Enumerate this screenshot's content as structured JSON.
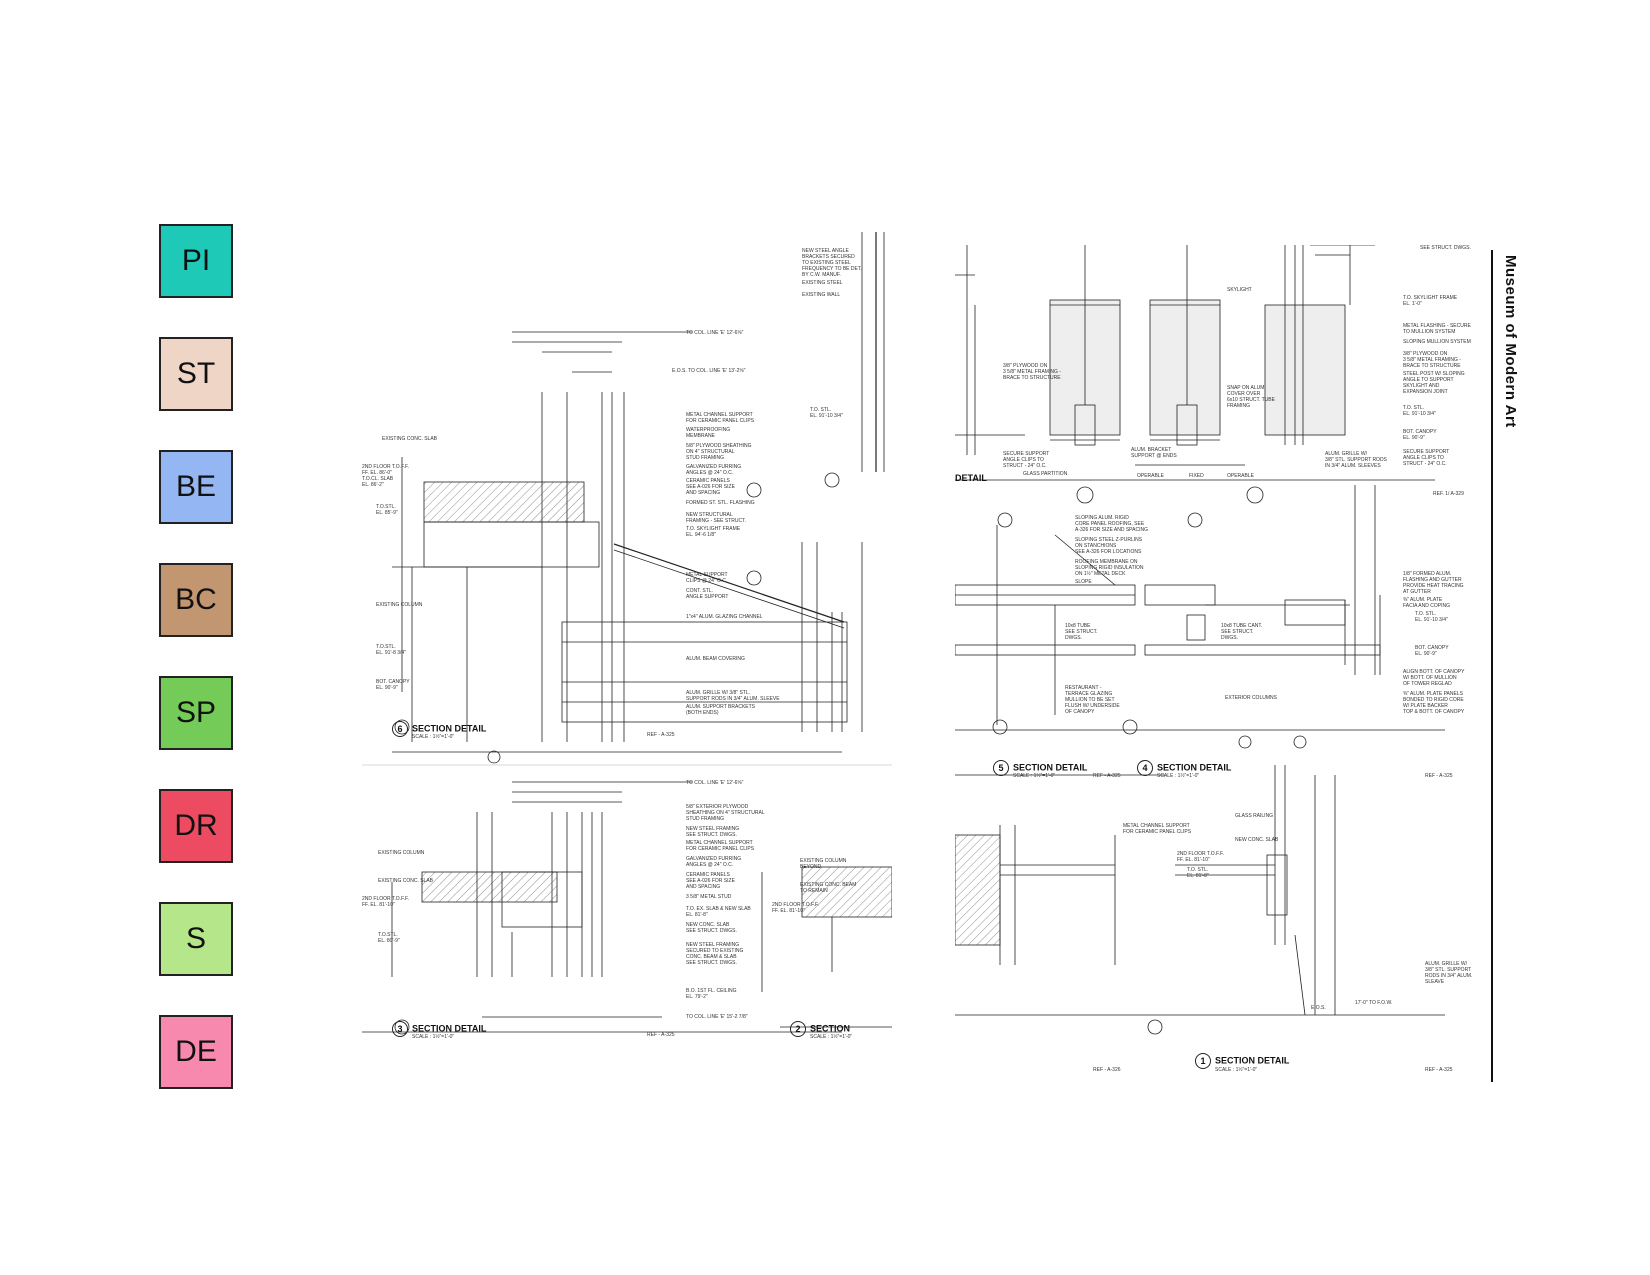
{
  "legend": [
    {
      "label": "PI",
      "color": "#1ec9b8"
    },
    {
      "label": "ST",
      "color": "#efd5c6"
    },
    {
      "label": "BE",
      "color": "#94b6f3"
    },
    {
      "label": "BC",
      "color": "#c29670"
    },
    {
      "label": "SP",
      "color": "#74cb58"
    },
    {
      "label": "DR",
      "color": "#ed4b62"
    },
    {
      "label": "S",
      "color": "#b5e68a"
    },
    {
      "label": "DE",
      "color": "#f689ad"
    }
  ],
  "sheet_title": "Museum of Modern Art",
  "details": {
    "d6": {
      "num": "6",
      "title": "SECTION DETAIL",
      "scale": "SCALE : 1½\"=1'-0\"",
      "ref": "REF - A-325"
    },
    "d3": {
      "num": "3",
      "title": "SECTION DETAIL",
      "scale": "SCALE : 1½\"=1'-0\"",
      "ref": "REF - A-325"
    },
    "d2": {
      "num": "2",
      "title": "SECTION",
      "scale": "SCALE : 1½\"=1'-0\""
    },
    "d5": {
      "num": "5",
      "title": "SECTION DETAIL",
      "scale": "SCALE : 1½\"=1'-0\"",
      "ref": "REF - A-325"
    },
    "d4": {
      "num": "4",
      "title": "SECTION DETAIL",
      "scale": "SCALE : 1½\"=1'-0\"",
      "ref": "REF - A-325"
    },
    "d1": {
      "num": "1",
      "title": "SECTION DETAIL",
      "scale": "SCALE : 1½\"=1'-0\"",
      "ref": "REF - A-325"
    },
    "top": {
      "title": "DETAIL"
    }
  },
  "notes": {
    "n_angle": "NEW STEEL ANGLE\nBRACKETS SECURED\nTO EXISTING STEEL\nFREQUENCY TO BE DET.\nBY C.W. MANUF.",
    "n_exsteel": "EXISTING STEEL",
    "n_exwall": "EXISTING WALL",
    "n_col1": "TO COL. LINE 'E' 12'-6⅝\"",
    "n_eos": "E.O.S. TO COL. LINE 'E' 13'-2⅝\"",
    "n_tostl": "T.O. STL.\nEL. 91'-10 3/4\"",
    "n_metal": "METAL CHANNEL SUPPORT\nFOR CERAMIC PANEL CLIPS",
    "n_water": "WATERPROOFING\nMEMBRANE",
    "n_ply": "5/8\" PLYWOOD SHEATHING\nON 4\" STRUCTURAL\nSTUD FRAMING",
    "n_galv": "GALVANIZED FURRING\nANGLES @ 24\" O.C.",
    "n_ceramic": "CERAMIC PANELS\nSEE A-026 FOR SIZE\nAND SPACING",
    "n_formed": "FORMED ST. STL. FLASHING",
    "n_newstruct": "NEW STRUCTURAL\nFRAMING - SEE STRUCT.",
    "n_sky": "T.O. SKYLIGHT FRAME\nEL. 94'-6 1/8\"",
    "n_exslab": "EXISTING CONC. SLAB",
    "n_2nd": "2ND FLOOR T.O.F.F.\nFF. EL. 86'-0\"\nT.O.CL. SLAB\nEL. 86'-2\"",
    "n_tostl2": "T.O.STL.\nEL. 85'-9\"",
    "n_excol": "EXISTING COLUMN",
    "n_tostl3": "T.O.STL.\nEL. 91'-8 3/4\"",
    "n_bot": "BOT. CANOPY\nEL. 90'-9\"",
    "n_msup": "METAL SUPPORT\nCLIPS @ 24\" O.C.",
    "n_cont": "CONT. STL.\nANGLE SUPPORT",
    "n_alum": "1\"x4\" ALUM. GLAZING CHANNEL",
    "n_beam": "ALUM. BEAM COVERING",
    "n_grille": "ALUM. GRILLE W/ 3/8\" STL.\nSUPPORT RODS IN 3/4\" ALUM. SLEEVE",
    "n_bracket": "ALUM. SUPPORT BRACKETS\n(BOTH ENDS)",
    "n_col2": "TO COL. LINE 'E' 12'-6⅝\"",
    "n_ext": "5/8\" EXTERIOR PLYWOOD\nSHEATHING ON 4\" STRUCTURAL\nSTUD FRAMING",
    "n_newsteel": "NEW STEEL FRAMING\nSEE STRUCT. DWGS.",
    "n_metal2": "METAL CHANNEL SUPPORT\nFOR CERAMIC PANEL CLIPS",
    "n_galv2": "GALVANIZED FURRING\nANGLES @ 24\" O.C.",
    "n_cer2": "CERAMIC PANELS\nSEE A-026 FOR SIZE\nAND SPACING",
    "n_stud": "3 5/8\" METAL STUD",
    "n_toex": "T.O. EX. SLAB & NEW SLAB\nEL. 81'-8\"",
    "n_newconc": "NEW CONC. SLAB\nSEE STRUCT. DWGS.",
    "n_newsteel2": "NEW STEEL FRAMING\nSECURED TO EXISTING\nCONC. BEAM & SLAB\nSEE STRUCT. DWGS.",
    "n_bo": "B.O. 1ST FL. CEILING\nEL. 79'-2\"",
    "n_col3": "TO COL. LINE 'E' 15'-2 7/8\"",
    "n_excol2": "EXISTING COLUMN",
    "n_exslab2": "EXISTING CONC. SLAB",
    "n_2nd2": "2ND FLOOR T.O.F.F.\nFF. EL. 81'-10\"",
    "n_tostl4": "T.O.STL.\nEL. 80'-9\"",
    "n_excolb": "EXISTING COLUMN\nBEYOND",
    "n_exbeam": "EXISTING CONC. BEAM\nTO REMAIN",
    "n_2nd3": "2ND FLOOR T.O.F.F.\nFF. EL. 81'-10\"",
    "r_sky": "SKYLIGHT",
    "r_ply": "3/8\" PLYWOOD ON\n3 5/8\" METAL FRAMING -\nBRACE TO STRUCTURE",
    "r_snap": "SNAP ON ALUM.\nCOVER OVER\n6x10 STRUCT. TUBE\nFRAMING",
    "r_secure": "SECURE SUPPORT\nANGLE CLIPS TO\nSTRUCT - 24\" O.C.",
    "r_glass": "GLASS PARTITION",
    "r_albrk": "ALUM. BRACKET\nSUPPORT @ ENDS",
    "r_oper": "OPERABLE",
    "r_fixed": "FIXED",
    "r_oper2": "OPERABLE",
    "r_seestruct": "SEE STRUCT. DWGS.",
    "r_tosky": "T.O. SKYLIGHT FRAME\nEL. 1'-0\"",
    "r_flash": "METAL FLASHING - SECURE\nTO MULLION SYSTEM",
    "r_slmull": "SLOPING MULLION SYSTEM",
    "r_ply2": "3/8\" PLYWOOD ON\n3 5/8\" METAL FRAMING -\nBRACE TO STRUCTURE",
    "r_post": "STEEL POST W/ SLOPING\nANGLE TO SUPPORT\nSKYLIGHT AND\nEXPANSION JOINT",
    "r_tostl": "T.O. STL.\nEL. 91'-10 3/4\"",
    "r_bot": "BOT. CANOPY\nEL. 90'-9\"",
    "r_secure2": "SECURE SUPPORT\nANGLE CLIPS TO\nSTRUCT - 24\" O.C.",
    "r_grille": "ALUM. GRILLE W/\n3/8\" STL. SUPPORT RODS\nIN 3/4\" ALUM. SLEEVES",
    "r_slalum": "SLOPING ALUM. RIGID\nCORE PANEL ROOFING, SEE\nA-326 FOR SIZE AND SPACING",
    "r_slsteel": "SLOPING STEEL Z-PURLINS\nON STANCHIONS\nSEE A-326 FOR LOCATIONS",
    "r_roofmem": "ROOFING MEMBRANE ON\nSLOPING RIGID INSULATION\nON 1½\" METAL DECK",
    "r_slope": "SLOPE",
    "r_tube": "10x8 TUBE\nSEE STRUCT.\nDWGS.",
    "r_tubecant": "10x8 TUBE CANT.\nSEE STRUCT.\nDWGS.",
    "r_rest": "RESTAURANT -\nTERRACE GLAZING\nMULLION TO BE SET\nFLUSH W/ UNDERSIDE\nOF CANOPY",
    "r_extcol": "EXTERIOR COLUMNS",
    "r_formed": "1/8\" FORMED ALUM.\nFLASHING AND GUTTER\nPROVIDE HEAT TRACING\nAT GUTTER",
    "r_plate": "⅜\" ALUM. PLATE\nFACIA AND COPING",
    "r_tostl5": "T.O. STL.\nEL. 91'-10 3/4\"",
    "r_bot2": "BOT. CANOPY\nEL. 90'-9\"",
    "r_align": "ALIGN BOTT. OF CANOPY\nW/ BOTT. OF MULLION\nOF TOWER REGLAD",
    "r_plate2": "⅜\" ALUM. PLATE PANELS\nBONDED TO RIGID CORE\nW/ PLATE BACKER\nTOP & BOTT. OF CANOPY",
    "r_metal": "METAL CHANNEL SUPPORT\nFOR CERAMIC PANEL CLIPS",
    "r_railing": "GLASS RAILING",
    "r_newslab": "NEW CONC. SLAB",
    "r_2nd": "2ND FLOOR T.O.F.F.\nFF. EL. 81'-10\"",
    "r_tostl6": "T.O. STL.\nEL. 81'-8\"",
    "r_grille2": "ALUM. GRILLE W/\n3/8\" STL. SUPPORT\nRODS IN 3/4\" ALUM.\nSLEAVE",
    "r_tofow": "17'-0\" TO F.O.W.",
    "r_eos": "E.O.S.",
    "r_ref": "REF - A-326",
    "r_ref2": "REF. 1/ A-329"
  }
}
